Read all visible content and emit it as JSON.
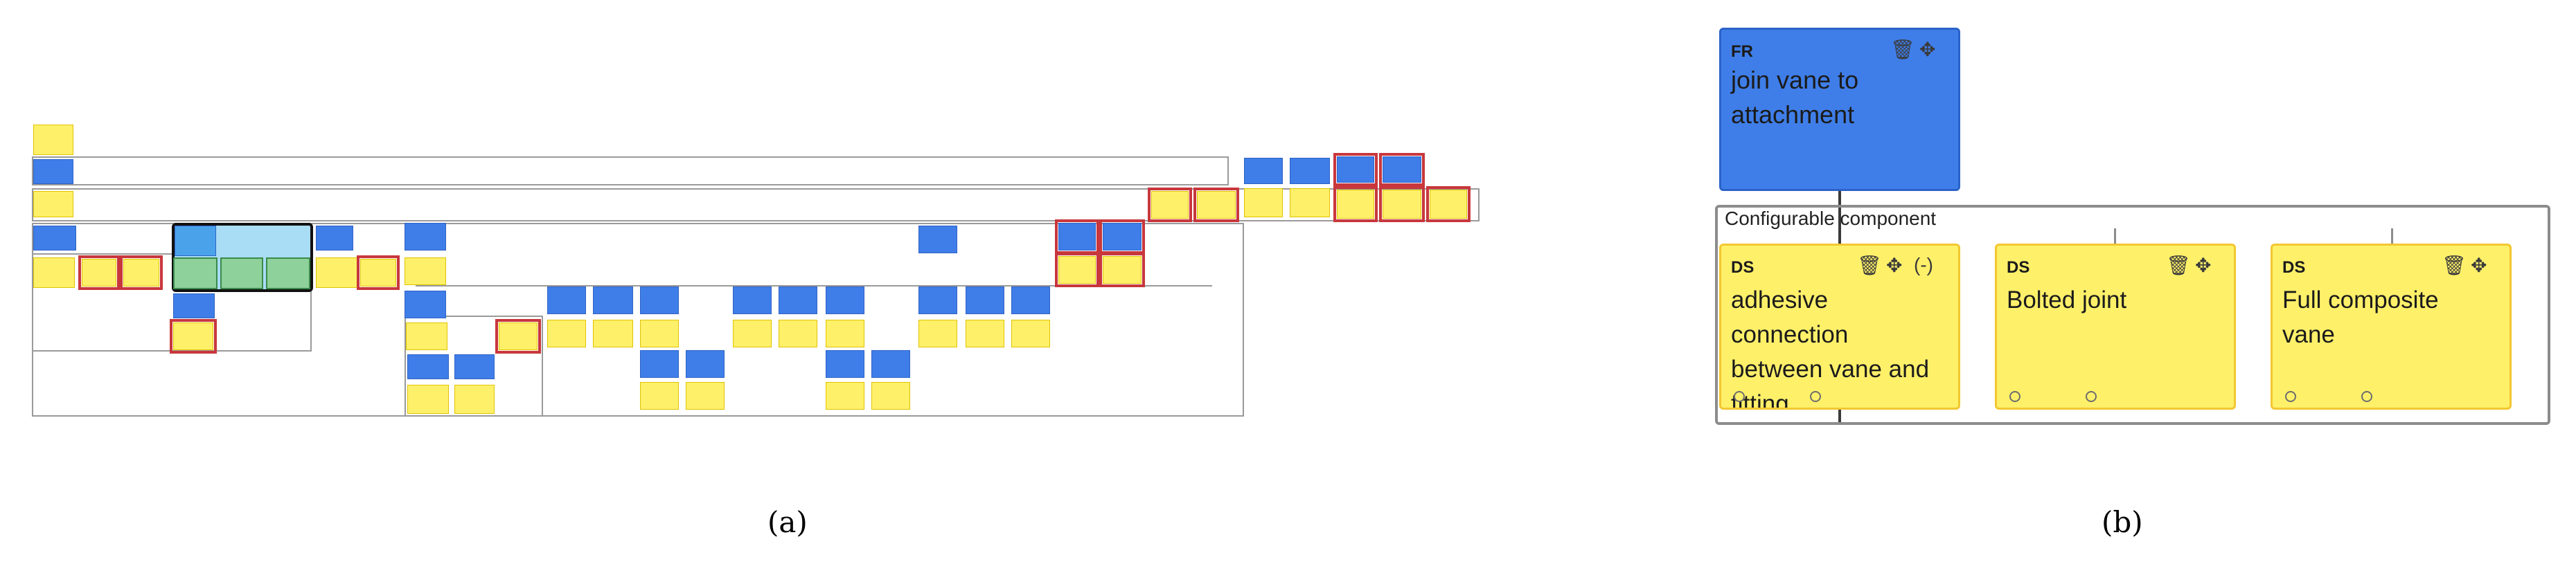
{
  "captions": {
    "a": "(a)",
    "b": "(b)"
  },
  "panel_b": {
    "fr_node": {
      "tag": "FR",
      "text_line1": "join vane to",
      "text_line2": "attachment"
    },
    "group_label": "Configurable component",
    "ds_nodes": [
      {
        "tag": "DS",
        "lines": [
          "adhesive",
          "connection",
          "between vane and",
          "fitting"
        ],
        "extra_control": "(-)"
      },
      {
        "tag": "DS",
        "lines": [
          "Bolted joint"
        ]
      },
      {
        "tag": "DS",
        "lines": [
          "Full composite",
          "vane"
        ]
      }
    ]
  },
  "icons": {
    "delete": "trash-icon",
    "move": "move-icon",
    "port": "circle-port-icon"
  },
  "colors": {
    "fr": "#3f7ee8",
    "ds": "#fff06a",
    "highlight": "#c8373c",
    "group": "#9a9a9a"
  }
}
